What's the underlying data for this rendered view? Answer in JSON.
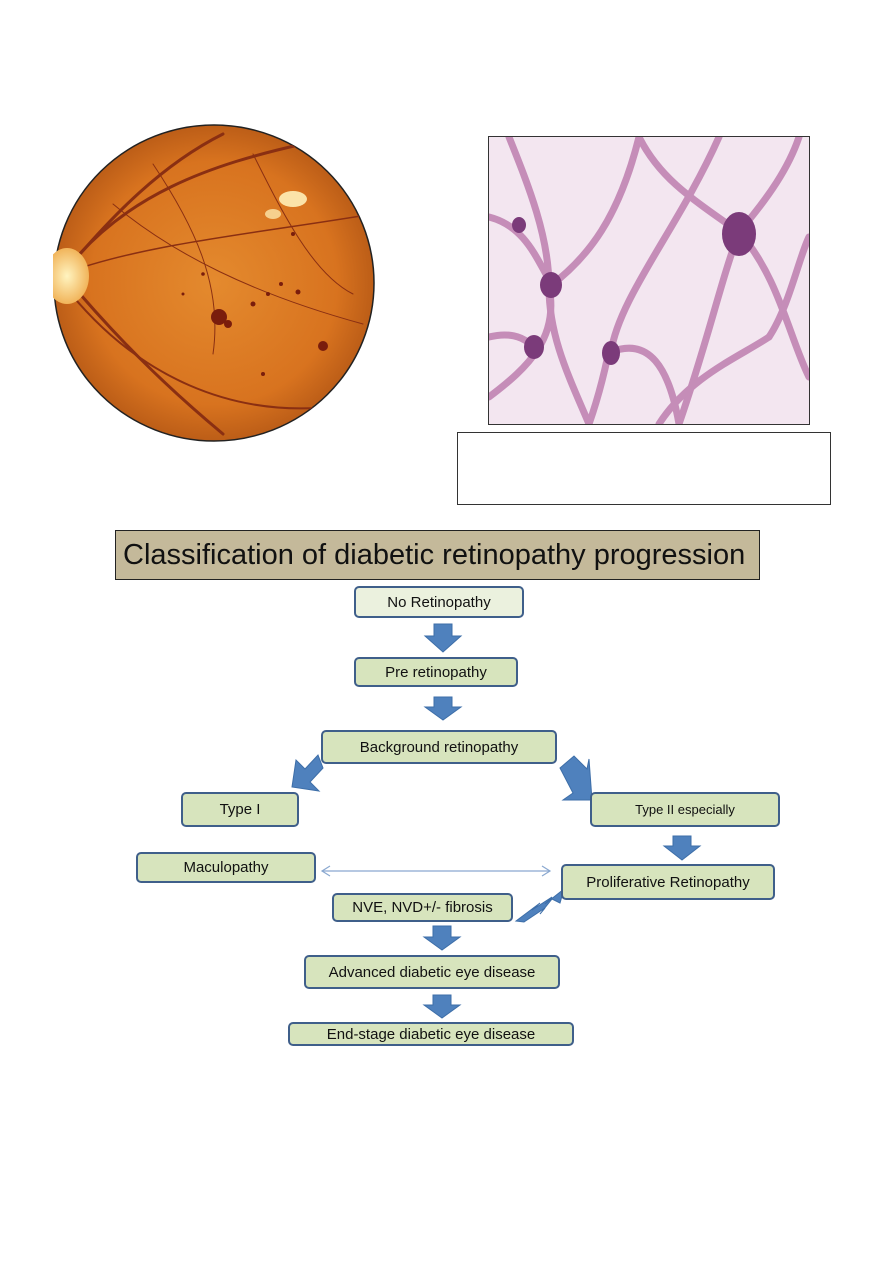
{
  "images": {
    "fundus": {
      "name": "fundus-photograph"
    },
    "histology": {
      "name": "retinal-capillary-histology"
    }
  },
  "caption": {
    "text": ""
  },
  "diagram": {
    "title": "Classification of diabetic retinopathy progression",
    "nodes": {
      "no_retinopathy": "No Retinopathy",
      "pre_retinopathy": "Pre retinopathy",
      "background": "Background retinopathy",
      "type1": "Type I",
      "type2": "Type II especially",
      "maculopathy": "Maculopathy",
      "proliferative": "Proliferative Retinopathy",
      "nve": "NVE, NVD+/- fibrosis",
      "advanced": "Advanced diabetic eye disease",
      "end_stage": "End-stage diabetic eye disease"
    },
    "colors": {
      "node_fill": "#d7e4bd",
      "node_border": "#3f5f8a",
      "arrow": "#4f81bd",
      "title_fill": "#c4b99a"
    }
  }
}
